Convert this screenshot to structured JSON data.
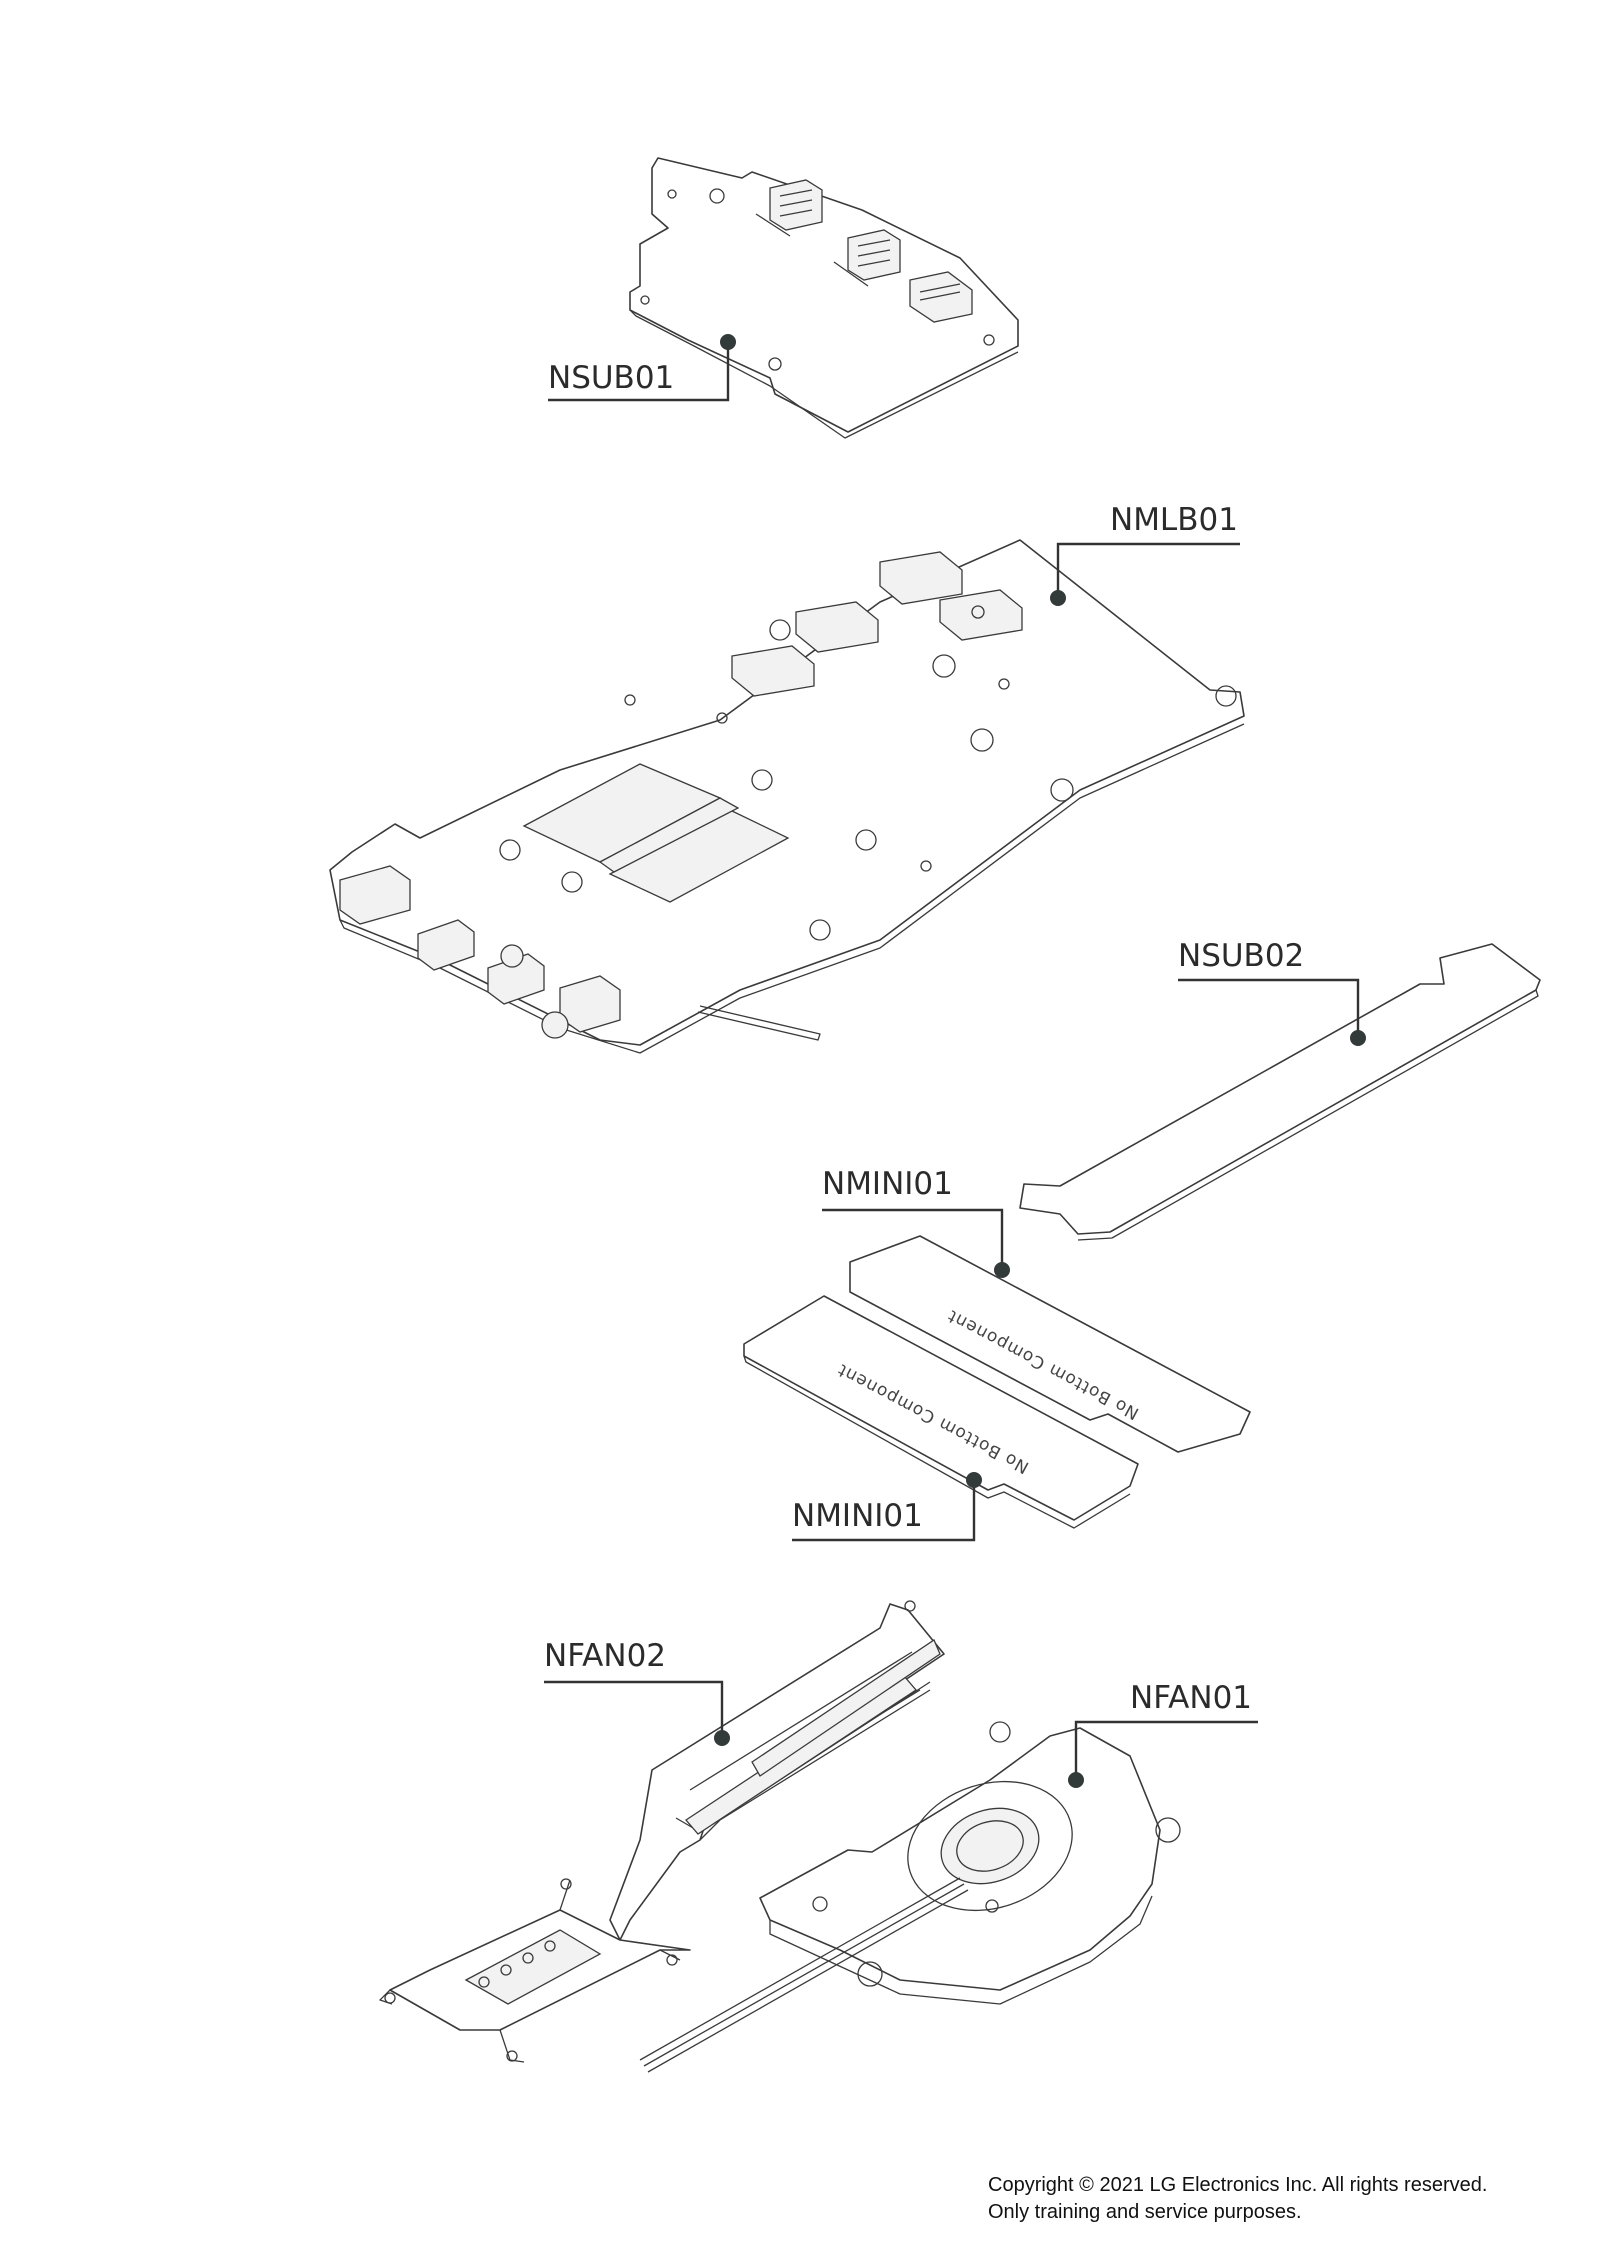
{
  "parts": {
    "nsub01": {
      "label": "NSUB01"
    },
    "nmlb01": {
      "label": "NMLB01"
    },
    "nsub02": {
      "label": "NSUB02"
    },
    "nmini01_top": {
      "label": "NMINI01",
      "board_text": "No Bottom Component"
    },
    "nmini01_bottom": {
      "label": "NMINI01",
      "board_text": "No Bottom Component"
    },
    "nfan02": {
      "label": "NFAN02"
    },
    "nfan01": {
      "label": "NFAN01"
    }
  },
  "footer": {
    "line1": "Copyright © 2021 LG Electronics Inc. All rights reserved.",
    "line2": "Only training and service purposes."
  }
}
